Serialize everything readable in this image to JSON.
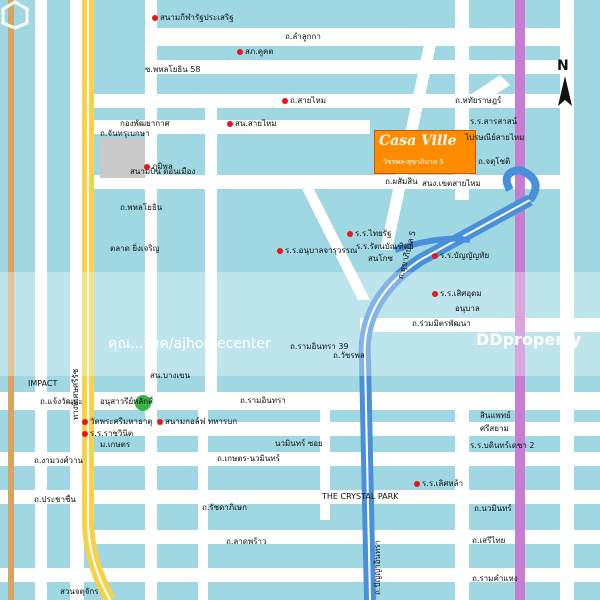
{
  "brand": {
    "casa_title": "Casa Ville",
    "casa_sub": "วัชรพล-สุขาภิบาล 5"
  },
  "north": "N",
  "watermark": {
    "left": "คุณ...บงค/ajhomecenter",
    "right": "DDproperty"
  },
  "labels": [
    {
      "t": "สนามกีฬารัฐประเสริฐ"
    },
    {
      "t": "ถ.ลำลูกกา"
    },
    {
      "t": "สภ.คูคต"
    },
    {
      "t": "ซ.พหลโยธิน 58"
    },
    {
      "t": "ถ.สายไหม"
    },
    {
      "t": "ถ.หทัยราษฎร์"
    },
    {
      "t": "ร.ร.สารสาสน์"
    },
    {
      "t": "กองพัฒยากาศ"
    },
    {
      "t": "สน.สายไหม"
    },
    {
      "t": "ไปรษณีย์สายไหม"
    },
    {
      "t": "ถ.จันทรุเบกษา"
    },
    {
      "t": "ถ.จตุโชติ"
    },
    {
      "t": "ภูมิพล"
    },
    {
      "t": "สนามบิน ดอนเมือง"
    },
    {
      "t": "ถ.พหลโยธิน"
    },
    {
      "t": "ถ.ผสัมสิน"
    },
    {
      "t": "สนง.เขตสายไหม"
    },
    {
      "t": "ร.ร.ไทยรัฐ"
    },
    {
      "t": "ร.ร.รัตนบัณฑิตย์"
    },
    {
      "t": "สนโกซ"
    },
    {
      "t": "ร.ร.อนุบาลจารุวรรณ"
    },
    {
      "t": "ร.ร.บัญญัญทัย"
    },
    {
      "t": "ตลาด ยิ่งเจริญ"
    },
    {
      "t": "ร.ร.เสิศอุดม"
    },
    {
      "t": "อนุบาล"
    },
    {
      "t": "ถ.ร่วมมิตรพัฒนา"
    },
    {
      "t": "ถ.รามอินทรา 39"
    },
    {
      "t": "ถ.วัชรพล"
    },
    {
      "t": "สน.บางเขน"
    },
    {
      "t": "ถ.แจ้งวัฒนะ"
    },
    {
      "t": "อนุสาวรีย์หลักสี่"
    },
    {
      "t": "ถ.รามอินทรา"
    },
    {
      "t": "สินแพทย์"
    },
    {
      "t": "ศรีสยาม"
    },
    {
      "t": "ร.ร.บดินทร์เดชา 2"
    },
    {
      "t": "วัดพระศรีมหาธาตุ"
    },
    {
      "t": "ร.ร.ราชวินิต"
    },
    {
      "t": "ม.เกษตร"
    },
    {
      "t": "สนามกอล์ฟ ทหารบก"
    },
    {
      "t": "นวมินทร์ ซอย"
    },
    {
      "t": "ถ.งามวงศ์วาน"
    },
    {
      "t": "ถ.เกษตร-นวมินทร์"
    },
    {
      "t": "ร.ร.เลิศหล้า"
    },
    {
      "t": "THE CRYSTAL PARK"
    },
    {
      "t": "ถ.ประชาชื่น"
    },
    {
      "t": "ถ.รัชดาภิเษก"
    },
    {
      "t": "ถ.นวมินทร์"
    },
    {
      "t": "ถ.ลาดพร้าว"
    },
    {
      "t": "ถ.เสรีไทย"
    },
    {
      "t": "ถ.รามคำแหง"
    },
    {
      "t": "สวนจตุจักร"
    },
    {
      "t": "IMPACT"
    },
    {
      "t": "ทางพิเศษศรีรัช"
    },
    {
      "t": "ถ.สุขาภิบาล 5"
    },
    {
      "t": "ถ.ปัญญาอินทรา"
    }
  ],
  "colors": {
    "water": "#9fd8e3",
    "road": "#ffffff",
    "expressway": "#4a90d9",
    "highway": "#f5d24a",
    "purple": "#c77dd1",
    "brown": "#d8a45f",
    "marker": "#e8151b"
  }
}
